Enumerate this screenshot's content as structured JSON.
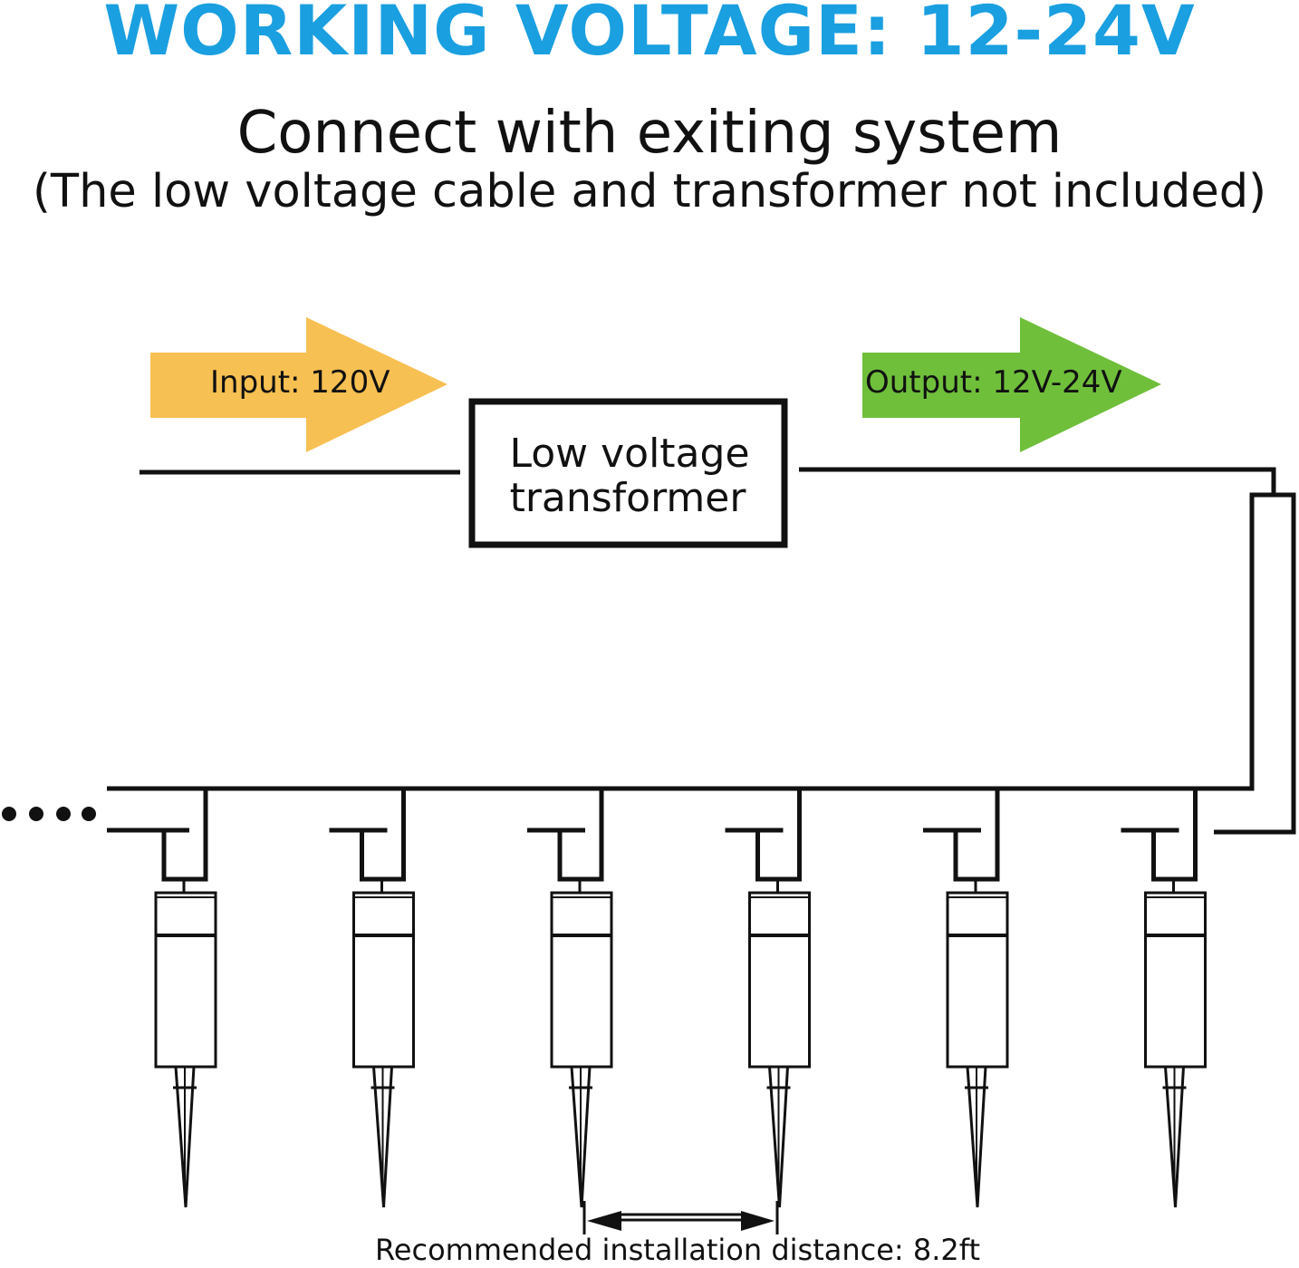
{
  "header": {
    "title": "WORKING VOLTAGE: 12-24V",
    "subtitle": "Connect with exiting system",
    "note": "(The low voltage cable and transformer not included)"
  },
  "diagram": {
    "input_label": "Input: 120V",
    "output_label": "Output: 12V-24V",
    "transformer_line1": "Low voltage",
    "transformer_line2": "transformer",
    "continuation": "....",
    "distance_label": "Recommended installation distance: 8.2ft",
    "light_count": 6
  },
  "colors": {
    "title": "#1a9fe0",
    "input_arrow": "#f7c052",
    "output_arrow": "#6fbf3b",
    "line": "#111111"
  }
}
